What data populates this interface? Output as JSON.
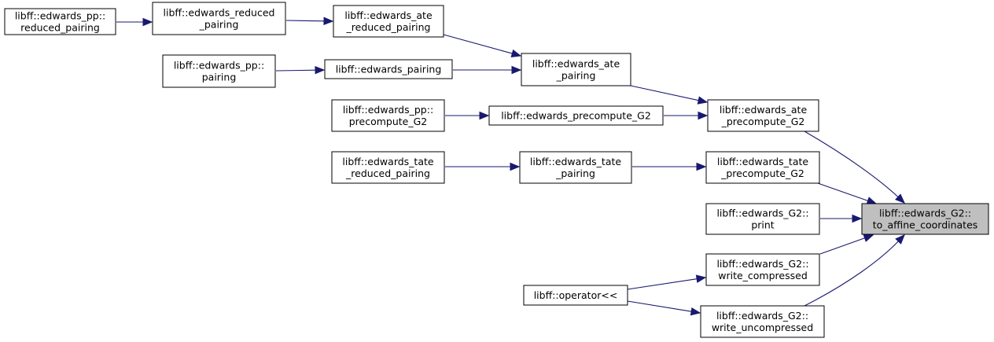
{
  "graph": {
    "colors": {
      "edge": "#191970",
      "focus_fill": "#bfbfbf",
      "node_fill": "#ffffff",
      "border": "#000000"
    },
    "nodes": {
      "pp_reduced_pairing": {
        "lines": [
          "libff::edwards_pp::",
          "reduced_pairing"
        ]
      },
      "edwards_reduced_pairing": {
        "lines": [
          "libff::edwards_reduced",
          "_pairing"
        ]
      },
      "ate_reduced_pairing": {
        "lines": [
          "libff::edwards_ate",
          "_reduced_pairing"
        ]
      },
      "pp_pairing": {
        "lines": [
          "libff::edwards_pp::",
          "pairing"
        ]
      },
      "edwards_pairing": {
        "lines": [
          "libff::edwards_pairing"
        ]
      },
      "ate_pairing": {
        "lines": [
          "libff::edwards_ate",
          "_pairing"
        ]
      },
      "pp_precompute_G2": {
        "lines": [
          "libff::edwards_pp::",
          "precompute_G2"
        ]
      },
      "edwards_precompute_G2": {
        "lines": [
          "libff::edwards_precompute_G2"
        ]
      },
      "ate_precompute_G2": {
        "lines": [
          "libff::edwards_ate",
          "_precompute_G2"
        ]
      },
      "tate_reduced_pairing": {
        "lines": [
          "libff::edwards_tate",
          "_reduced_pairing"
        ]
      },
      "tate_pairing": {
        "lines": [
          "libff::edwards_tate",
          "_pairing"
        ]
      },
      "tate_precompute_G2": {
        "lines": [
          "libff::edwards_tate",
          "_precompute_G2"
        ]
      },
      "g2_print": {
        "lines": [
          "libff::edwards_G2::",
          "print"
        ]
      },
      "g2_to_affine": {
        "lines": [
          "libff::edwards_G2::",
          "to_affine_coordinates"
        ]
      },
      "g2_write_compressed": {
        "lines": [
          "libff::edwards_G2::",
          "write_compressed"
        ]
      },
      "operator_lshift": {
        "lines": [
          "libff::operator<<"
        ]
      },
      "g2_write_uncompressed": {
        "lines": [
          "libff::edwards_G2::",
          "write_uncompressed"
        ]
      }
    },
    "edges": [
      {
        "from": "pp_reduced_pairing",
        "to": "edwards_reduced_pairing"
      },
      {
        "from": "edwards_reduced_pairing",
        "to": "ate_reduced_pairing"
      },
      {
        "from": "ate_reduced_pairing",
        "to": "ate_pairing"
      },
      {
        "from": "pp_pairing",
        "to": "edwards_pairing"
      },
      {
        "from": "edwards_pairing",
        "to": "ate_pairing"
      },
      {
        "from": "ate_pairing",
        "to": "ate_precompute_G2"
      },
      {
        "from": "pp_precompute_G2",
        "to": "edwards_precompute_G2"
      },
      {
        "from": "edwards_precompute_G2",
        "to": "ate_precompute_G2"
      },
      {
        "from": "ate_precompute_G2",
        "to": "g2_to_affine"
      },
      {
        "from": "tate_reduced_pairing",
        "to": "tate_pairing"
      },
      {
        "from": "tate_pairing",
        "to": "tate_precompute_G2"
      },
      {
        "from": "tate_precompute_G2",
        "to": "g2_to_affine"
      },
      {
        "from": "g2_print",
        "to": "g2_to_affine"
      },
      {
        "from": "g2_write_compressed",
        "to": "g2_to_affine"
      },
      {
        "from": "operator_lshift",
        "to": "g2_write_compressed"
      },
      {
        "from": "operator_lshift",
        "to": "g2_write_uncompressed"
      },
      {
        "from": "g2_write_uncompressed",
        "to": "g2_to_affine"
      }
    ]
  }
}
